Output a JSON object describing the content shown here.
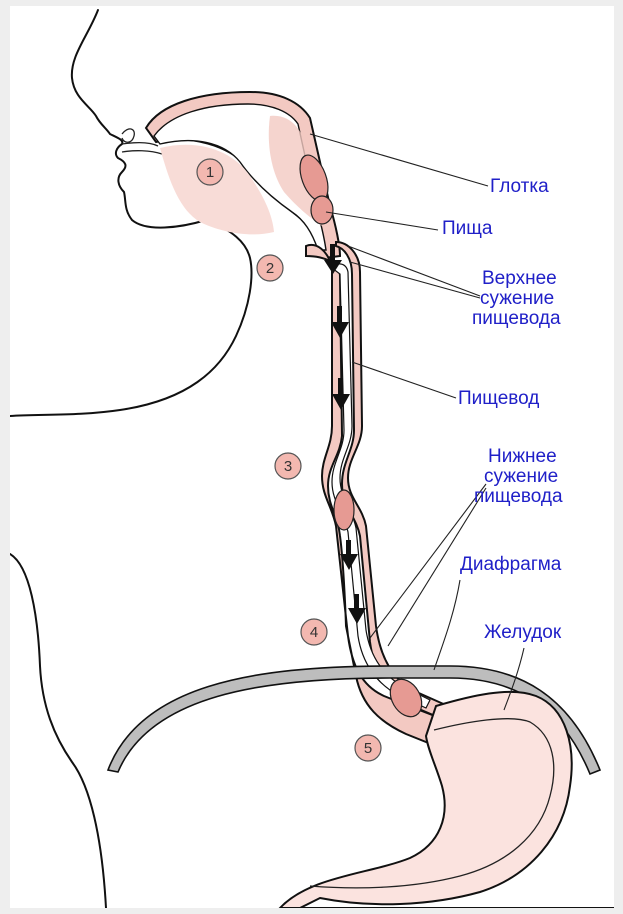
{
  "labels": {
    "pharynx": "Глотка",
    "food": "Пища",
    "upper_sphincter": [
      "Верхнее",
      "сужение",
      "пищевода"
    ],
    "esophagus": "Пищевод",
    "lower_sphincter": [
      "Нижнее",
      "сужение",
      "пищевода"
    ],
    "diaphragm": "Диафрагма",
    "stomach": "Желудок"
  },
  "stages": [
    "1",
    "2",
    "3",
    "4",
    "5"
  ],
  "colors": {
    "label_text": "#2020c8",
    "tissue_pink": "#f3c9c2",
    "bolus": "#e69a93",
    "diaphragm_fill": "#bdbdbd",
    "stomach_fill": "#fbe3df"
  }
}
